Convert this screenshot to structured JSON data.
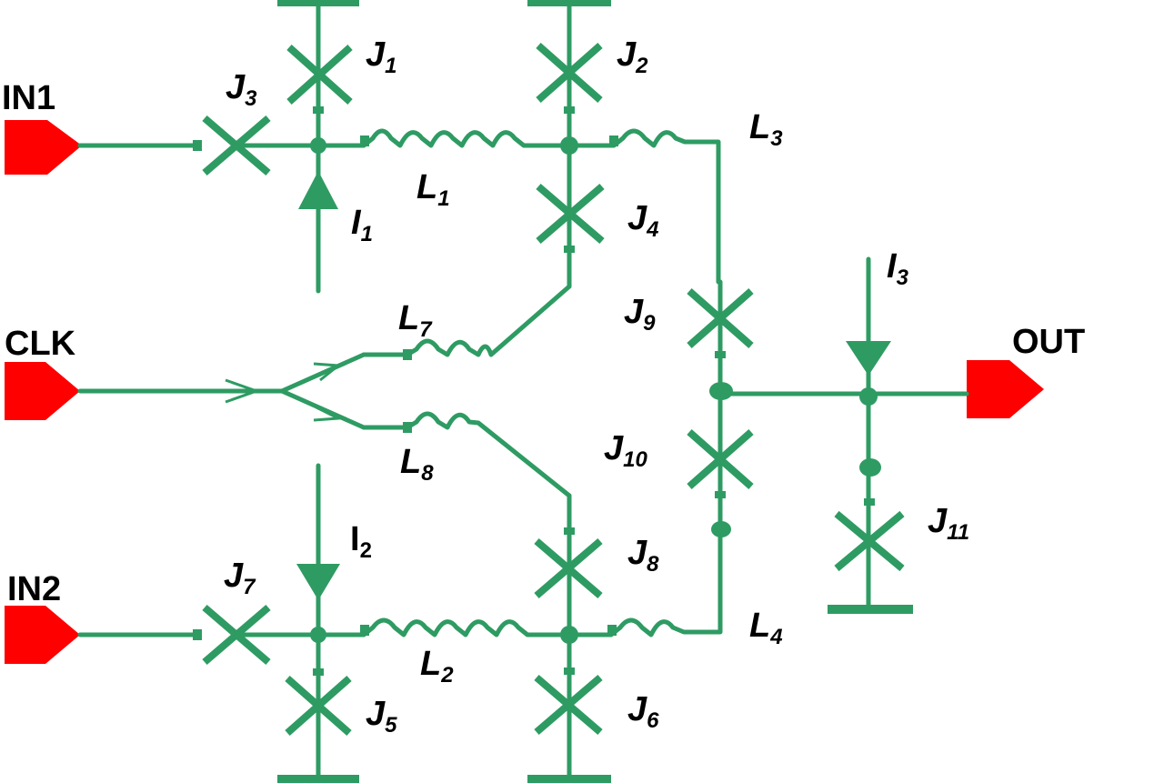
{
  "ports": {
    "in1": "IN1",
    "clk": "CLK",
    "in2": "IN2",
    "out": "OUT"
  },
  "junctions": {
    "j1": {
      "letter": "J",
      "sub": "1"
    },
    "j2": {
      "letter": "J",
      "sub": "2"
    },
    "j3": {
      "letter": "J",
      "sub": "3"
    },
    "j4": {
      "letter": "J",
      "sub": "4"
    },
    "j5": {
      "letter": "J",
      "sub": "5"
    },
    "j6": {
      "letter": "J",
      "sub": "6"
    },
    "j7": {
      "letter": "J",
      "sub": "7"
    },
    "j8": {
      "letter": "J",
      "sub": "8"
    },
    "j9": {
      "letter": "J",
      "sub": "9"
    },
    "j10": {
      "letter": "J",
      "sub": "10"
    },
    "j11": {
      "letter": "J",
      "sub": "11"
    }
  },
  "inductors": {
    "l1": {
      "letter": "L",
      "sub": "1"
    },
    "l2": {
      "letter": "L",
      "sub": "2"
    },
    "l3": {
      "letter": "L",
      "sub": "3"
    },
    "l4": {
      "letter": "L",
      "sub": "4"
    },
    "l7": {
      "letter": "L",
      "sub": "7"
    },
    "l8": {
      "letter": "L",
      "sub": "8"
    }
  },
  "currents": {
    "i1": {
      "letter": "I",
      "sub": "1"
    },
    "i2": {
      "letter": "I",
      "sub": "2"
    },
    "i3": {
      "letter": "I",
      "sub": "3"
    }
  },
  "colors": {
    "wire": "#2e9b63",
    "port": "#ff0000",
    "text": "#000000"
  }
}
